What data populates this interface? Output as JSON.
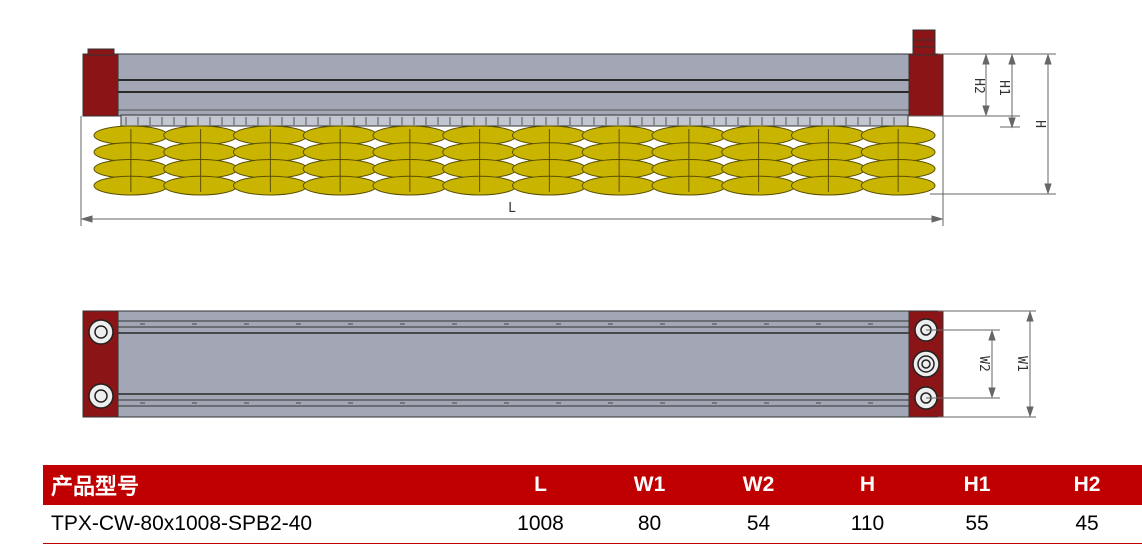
{
  "drawing": {
    "front_view_labels": {
      "length": "L",
      "height": "H",
      "h1": "H1",
      "h2": "H2"
    },
    "top_view_labels": {
      "w1": "W1",
      "w2": "W2"
    },
    "colors": {
      "body": "#a3a7b5",
      "end_block": "#8b1416",
      "suction_cup": "#c9b400",
      "accent": "#c00000"
    }
  },
  "table": {
    "headers": [
      "产品型号",
      "L",
      "W1",
      "W2",
      "H",
      "H1",
      "H2"
    ],
    "rows": [
      [
        "TPX-CW-80x1008-SPB2-40",
        "1008",
        "80",
        "54",
        "110",
        "55",
        "45"
      ]
    ]
  }
}
